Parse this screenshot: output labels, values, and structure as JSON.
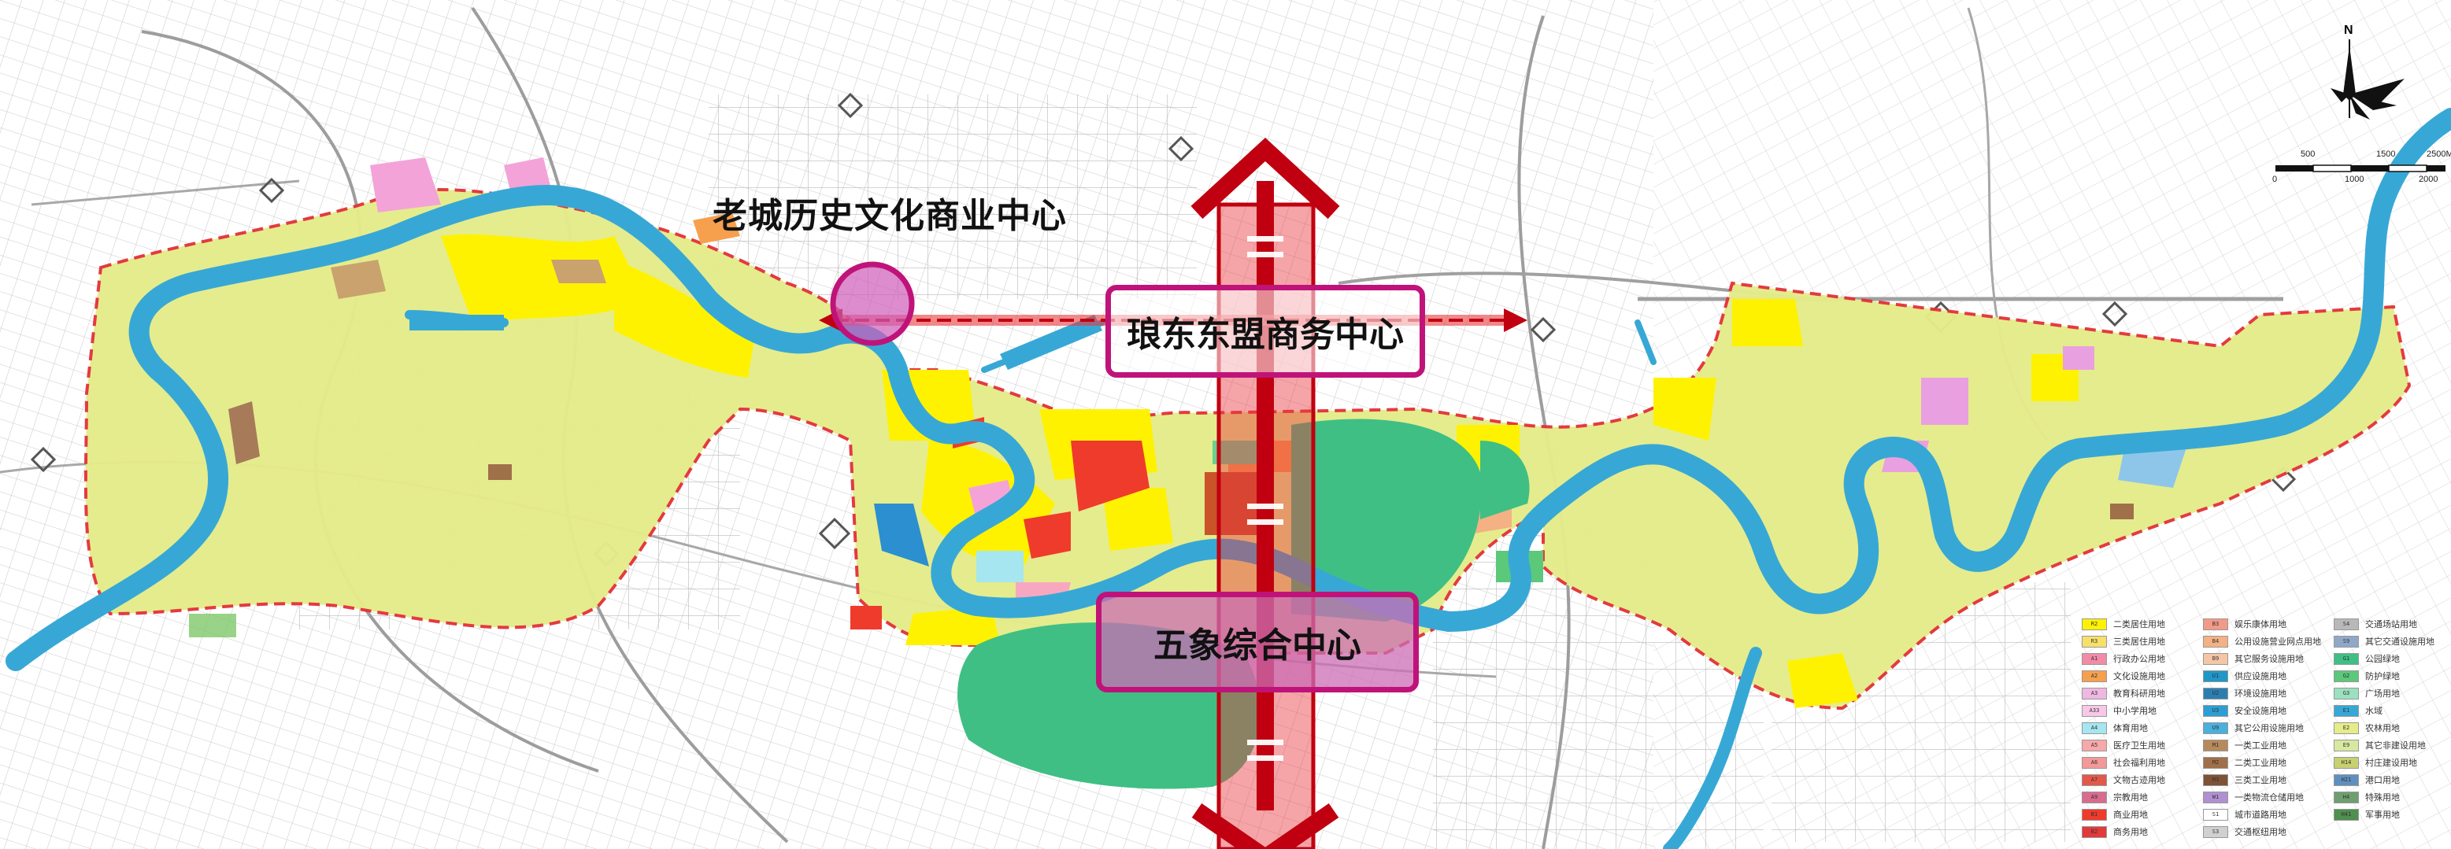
{
  "labels": {
    "old_town_center": "老城历史文化商业中心",
    "asean_center": "琅东东盟商务中心",
    "wuxiang_center": "五象综合中心"
  },
  "colors": {
    "river": "#37a8d6",
    "zone_fill": "#e5ec8a",
    "zone_border": "#e3343a",
    "axis_red": "#c00010",
    "axis_fill": "#e8383d",
    "callout_border": "#c0137a",
    "park_green": "#3fbf84",
    "commercial": "#ef3b2c",
    "residential": "#fff200",
    "pink": "#f3a3d8"
  },
  "compass": {
    "north_label": "N"
  },
  "scale_bar": {
    "top_labels": [
      "500",
      "1500",
      "2500M"
    ],
    "bottom_labels": [
      "0",
      "1000",
      "2000"
    ]
  },
  "legend": {
    "col1": [
      {
        "code": "R2",
        "label": "二类居住用地",
        "color": "#fff200"
      },
      {
        "code": "R3",
        "label": "三类居住用地",
        "color": "#f7e06a"
      },
      {
        "code": "A1",
        "label": "行政办公用地",
        "color": "#f28ba8"
      },
      {
        "code": "A2",
        "label": "文化设施用地",
        "color": "#f6a04d"
      },
      {
        "code": "A3",
        "label": "教育科研用地",
        "color": "#f0b7e3"
      },
      {
        "code": "A33",
        "label": "中小学用地",
        "color": "#f8c8e8"
      },
      {
        "code": "A4",
        "label": "体育用地",
        "color": "#a5e6f0"
      },
      {
        "code": "A5",
        "label": "医疗卫生用地",
        "color": "#f7a8a8"
      },
      {
        "code": "A6",
        "label": "社会福利用地",
        "color": "#f49898"
      },
      {
        "code": "A7",
        "label": "文物古迹用地",
        "color": "#e2594a"
      },
      {
        "code": "A9",
        "label": "宗教用地",
        "color": "#d96b8f"
      },
      {
        "code": "B1",
        "label": "商业用地",
        "color": "#ef3b2c"
      },
      {
        "code": "B2",
        "label": "商务用地",
        "color": "#e23a3a"
      }
    ],
    "col2": [
      {
        "code": "B3",
        "label": "娱乐康体用地",
        "color": "#f29a88"
      },
      {
        "code": "B4",
        "label": "公用设施营业网点用地",
        "color": "#f4b183"
      },
      {
        "code": "B9",
        "label": "其它服务设施用地",
        "color": "#f4c6a6"
      },
      {
        "code": "U1",
        "label": "供应设施用地",
        "color": "#1f97c7"
      },
      {
        "code": "U2",
        "label": "环境设施用地",
        "color": "#2b7fb0"
      },
      {
        "code": "U3",
        "label": "安全设施用地",
        "color": "#2c9ed4"
      },
      {
        "code": "U9",
        "label": "其它公用设施用地",
        "color": "#4ab0dc"
      },
      {
        "code": "M1",
        "label": "一类工业用地",
        "color": "#b78a5c"
      },
      {
        "code": "M2",
        "label": "二类工业用地",
        "color": "#a0704a"
      },
      {
        "code": "M3",
        "label": "三类工业用地",
        "color": "#7d5236"
      },
      {
        "code": "W1",
        "label": "一类物流仓储用地",
        "color": "#b090d0"
      },
      {
        "code": "S1",
        "label": "城市道路用地",
        "color": "#ffffff"
      },
      {
        "code": "S3",
        "label": "交通枢纽用地",
        "color": "#d0d0d0"
      }
    ],
    "col3": [
      {
        "code": "S4",
        "label": "交通场站用地",
        "color": "#b8b8b8"
      },
      {
        "code": "S9",
        "label": "其它交通设施用地",
        "color": "#8fa8c8"
      },
      {
        "code": "G1",
        "label": "公园绿地",
        "color": "#3fbf84"
      },
      {
        "code": "G2",
        "label": "防护绿地",
        "color": "#5cc87a"
      },
      {
        "code": "G3",
        "label": "广场用地",
        "color": "#9be0c0"
      },
      {
        "code": "E1",
        "label": "水域",
        "color": "#37a8d6"
      },
      {
        "code": "E2",
        "label": "农林用地",
        "color": "#e5ec8a"
      },
      {
        "code": "E9",
        "label": "其它非建设用地",
        "color": "#d8e8a0"
      },
      {
        "code": "H14",
        "label": "村庄建设用地",
        "color": "#c8d070"
      },
      {
        "code": "H21",
        "label": "港口用地",
        "color": "#5f8fbf"
      },
      {
        "code": "H4",
        "label": "特殊用地",
        "color": "#6f9f6f"
      },
      {
        "code": "H41",
        "label": "军事用地",
        "color": "#4f8f4f"
      }
    ]
  }
}
